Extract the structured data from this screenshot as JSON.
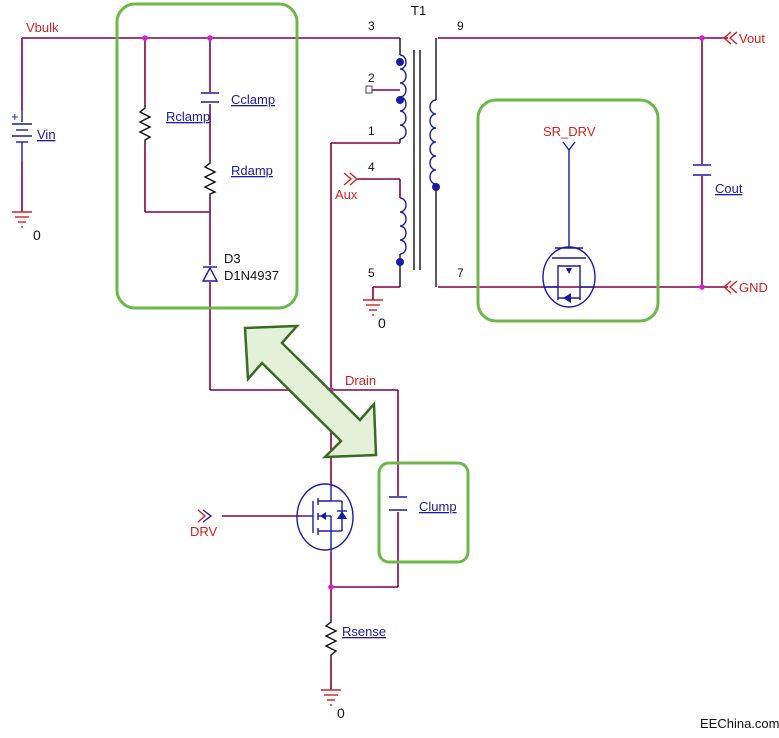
{
  "nets": {
    "vbulk": "Vbulk",
    "vout": "Vout",
    "gnd": "GND",
    "aux": "Aux",
    "drain": "Drain",
    "drv": "DRV",
    "sr_drv": "SR_DRV"
  },
  "components": {
    "vin": "Vin",
    "rclamp": "Rclamp",
    "cclamp": "Cclamp",
    "rdamp": "Rdamp",
    "d3_ref": "D3",
    "d3_part": "D1N4937",
    "transformer": "T1",
    "cout": "Cout",
    "clump": "Clump",
    "rsense": "Rsense"
  },
  "pins": {
    "p1": "1",
    "p2": "2",
    "p3": "3",
    "p4": "4",
    "p5": "5",
    "p7": "7",
    "p9": "9"
  },
  "grounds": {
    "g_vin": "0",
    "g_aux": "0",
    "g_rsense": "0"
  },
  "watermark": "EEChina.com",
  "colors": {
    "wire": "#800040",
    "component": "#1a1aa6",
    "net_label": "#d42020",
    "highlight": "#6db84a",
    "arrow_fill": "#e3f1d8"
  }
}
